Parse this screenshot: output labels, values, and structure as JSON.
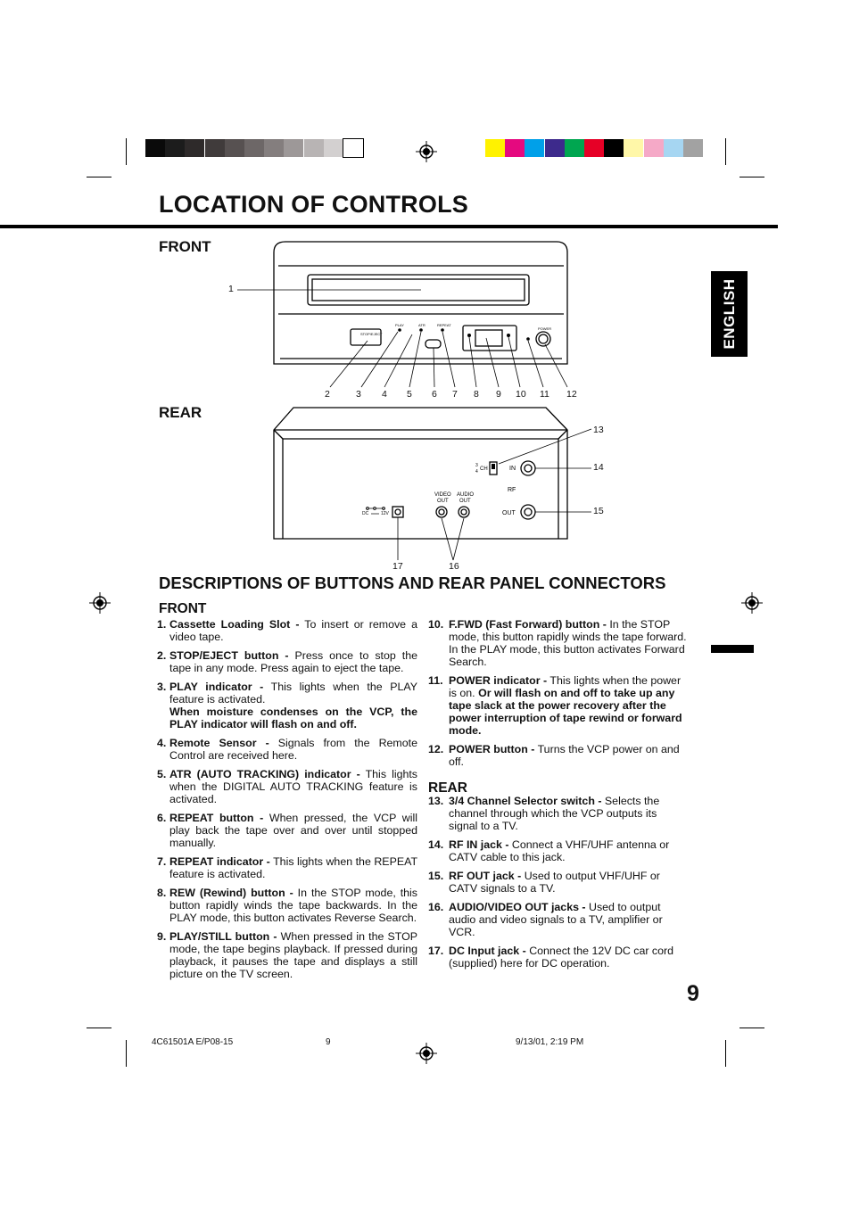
{
  "page": {
    "title": "LOCATION OF CONTROLS",
    "english_tab": "ENGLISH",
    "page_number": "9",
    "footer": {
      "left": "4C61501A E/P08-15",
      "center": "9",
      "right": "9/13/01, 2:19 PM"
    }
  },
  "colors": {
    "grayscale": [
      "#0a0a0a",
      "#1c1c1c",
      "#2e2a2a",
      "#403b3b",
      "#575151",
      "#6d6767",
      "#847e7e",
      "#9d9898",
      "#b8b4b4",
      "#d3d0d0",
      "#ffffff"
    ],
    "process": [
      "#fff200",
      "#e5097f",
      "#00a0e9",
      "#3d2a8c",
      "#00a650",
      "#e60026",
      "#000000",
      "#fff7a8",
      "#f5a9c7",
      "#a6d6f2",
      "#a2a2a2"
    ]
  },
  "diagram": {
    "front_label": "FRONT",
    "rear_label": "REAR",
    "front_callouts": [
      "1",
      "2",
      "3",
      "4",
      "5",
      "6",
      "7",
      "8",
      "9",
      "10",
      "11",
      "12"
    ],
    "rear_callouts": [
      "13",
      "14",
      "15",
      "16",
      "17"
    ],
    "panel_text": {
      "stop_eject": "STOP/EJECT",
      "play": "PLAY",
      "atr": "ATR",
      "repeat": "REPEAT",
      "power": "POWER",
      "ch_3": "3",
      "ch_4": "4",
      "ch": "CH",
      "rf_in": "IN",
      "rf": "RF",
      "rf_out": "OUT",
      "video_out_1": "VIDEO",
      "video_out_2": "OUT",
      "audio_out_1": "AUDIO",
      "audio_out_2": "OUT",
      "dc_label": "DC",
      "dc_volt": "12V"
    }
  },
  "descriptions": {
    "heading": "DESCRIPTIONS OF BUTTONS AND REAR PANEL CONNECTORS",
    "front_heading": "FRONT",
    "rear_heading": "REAR",
    "front_items": [
      {
        "num": "1.",
        "bold": "Cassette Loading Slot -",
        "text": " To insert or remove a video tape.",
        "bold2": ""
      },
      {
        "num": "2.",
        "bold": "STOP/EJECT button -",
        "text": " Press once to stop the tape in any mode. Press again to eject the tape.",
        "bold2": ""
      },
      {
        "num": "3.",
        "bold": "PLAY indicator -",
        "text": " This lights when the PLAY feature is activated.",
        "bold2": "When moisture condenses on the VCP, the PLAY indicator will flash on and off."
      },
      {
        "num": "4.",
        "bold": "Remote Sensor -",
        "text": " Signals from the Remote Control are received here.",
        "bold2": ""
      },
      {
        "num": "5.",
        "bold": "ATR (AUTO TRACKING) indicator -",
        "text": " This lights when the DIGITAL AUTO TRACKING feature is activated.",
        "bold2": ""
      },
      {
        "num": "6.",
        "bold": "REPEAT button -",
        "text": " When pressed, the VCP will play back the tape over and over until stopped manually.",
        "bold2": ""
      },
      {
        "num": "7.",
        "bold": "REPEAT indicator -",
        "text": " This lights when the REPEAT feature is activated.",
        "bold2": ""
      },
      {
        "num": "8.",
        "bold": "REW (Rewind) button -",
        "text": " In the STOP mode, this button rapidly winds the tape backwards. In the PLAY mode, this button activates Reverse Search.",
        "bold2": ""
      },
      {
        "num": "9.",
        "bold": "PLAY/STILL button -",
        "text": " When pressed in the STOP mode, the tape begins playback. If pressed during playback, it pauses the tape and displays a still picture on the TV screen.",
        "bold2": ""
      }
    ],
    "front_items_2": [
      {
        "num": "10.",
        "bold": "F.FWD (Fast Forward) button -",
        "text": " In the STOP mode, this button rapidly winds the tape forward. In the PLAY mode, this button activates Forward Search.",
        "bold2": ""
      },
      {
        "num": "11.",
        "bold": "POWER indicator -",
        "text": " This lights when the power is on.",
        "bold2": " Or will flash on and off to take up any tape slack at the power recovery after the power interruption of tape rewind or forward mode."
      },
      {
        "num": "12.",
        "bold": "POWER button -",
        "text": " Turns the VCP power on and off.",
        "bold2": ""
      }
    ],
    "rear_items": [
      {
        "num": "13.",
        "bold": "3/4 Channel Selector switch -",
        "text": " Selects the channel through which the VCP outputs its signal to a TV.",
        "bold2": ""
      },
      {
        "num": "14.",
        "bold": "RF IN jack -",
        "text": " Connect a VHF/UHF antenna or CATV cable to this jack.",
        "bold2": ""
      },
      {
        "num": "15.",
        "bold": "RF OUT jack -",
        "text": " Used to output VHF/UHF or CATV signals to a TV.",
        "bold2": ""
      },
      {
        "num": "16.",
        "bold": "AUDIO/VIDEO OUT jacks -",
        "text": " Used to output audio and video signals to a TV, amplifier or VCR.",
        "bold2": ""
      },
      {
        "num": "17.",
        "bold": "DC Input jack -",
        "text": " Connect the 12V DC car cord (supplied) here for DC operation.",
        "bold2": ""
      }
    ]
  }
}
